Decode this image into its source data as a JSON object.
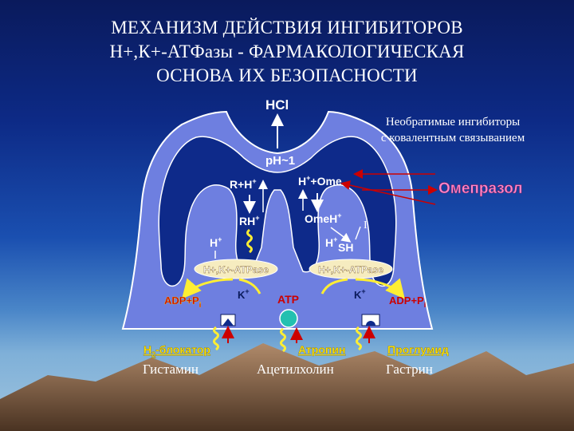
{
  "title_lines": [
    "МЕХАНИЗМ ДЕЙСТВИЯ ИНГИБИТОРОВ",
    "Н+,К+-АТФазы - ФАРМАКОЛОГИЧЕСКАЯ",
    "ОСНОВА ИХ БЕЗОПАСНОСТИ"
  ],
  "cell": {
    "hcl": "HCl",
    "ph": "pH",
    "ph_sep": "~",
    "ph_value": "1",
    "rh": "R+H",
    "rh_plus": "+",
    "h_ome": "H",
    "h_ome_plus": "+",
    "h_ome_rest": "+Ome",
    "rh2": "RH",
    "rh2_plus": "+",
    "omeh": "OmeH",
    "omeh_plus": "+",
    "inhib_i": "I",
    "h_left": "H",
    "h_left_plus": "+",
    "h_right": "H",
    "h_right_plus": "+",
    "sh": "SH",
    "pump_label": "H+,K+-ATPase",
    "adp_left": "ADP+P",
    "adp_left_sub": "i",
    "adp_right": "ADP+P",
    "adp_right_sub": "i",
    "k_left": "K",
    "k_left_plus": "+",
    "k_right": "K",
    "k_right_plus": "+",
    "atp": "ATP"
  },
  "side_note": {
    "line1": "Необратимые ингибиторы",
    "line2": "с ковалентным связыванием"
  },
  "drug": "Омепразол",
  "blockers": {
    "h2": "H",
    "h2_sub": "2",
    "h2_rest": "-блокатор",
    "atropine": "Атропин",
    "proglumide": "Проглумид"
  },
  "agonists": {
    "histamine": "Гистамин",
    "acetylcholine": "Ацетилхолин",
    "gastrin": "Гастрин"
  },
  "colors": {
    "cell_fill": "#6e7fe0",
    "cell_stroke": "#ffffff",
    "label_red": "#cc0000",
    "drug_pink": "#ff88cc",
    "arrow_yellow": "#ffee33",
    "pump_fill": "#f6ecc0",
    "blocker_yellow": "#ffe400"
  }
}
